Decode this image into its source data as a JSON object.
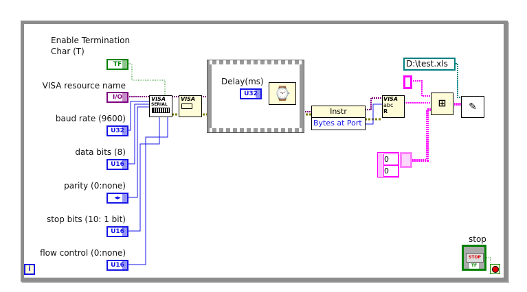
{
  "controls": [
    {
      "label": "Enable Termination",
      "label2": "Char (T)",
      "type": "TF"
    },
    {
      "label": "VISA resource name",
      "type": "I/O"
    },
    {
      "label": "baud rate (9600)",
      "type": "U32"
    },
    {
      "label": "data bits (8)",
      "type": "U16"
    },
    {
      "label": "parity (0:none)",
      "type": "enum"
    },
    {
      "label": "stop bits (10: 1 bit)",
      "type": "U16"
    },
    {
      "label": "flow control (0:none)",
      "type": "U16"
    }
  ],
  "nodes": {
    "visa_serial": "VISA",
    "serial": "SERIAL",
    "visa_flush": "VISA",
    "visa_read": "VISA",
    "read_abc": "abc",
    "read_r": "R"
  },
  "sequence": {
    "delay_label": "Delay(ms)",
    "delay_type": "U32"
  },
  "property_node": {
    "class": "Instr",
    "property": "Bytes at Port"
  },
  "path_constant": "D:\\test.xls",
  "array_constant": [
    "0",
    "0"
  ],
  "stop": {
    "label": "stop",
    "button": "STOP",
    "type": "TF"
  },
  "info_icon": "i",
  "colors": {
    "boolean": "#008000",
    "refnum": "#800080",
    "integer": "#1414e6",
    "string": "#ff00ff",
    "path": "#008080",
    "error": "#808000"
  }
}
